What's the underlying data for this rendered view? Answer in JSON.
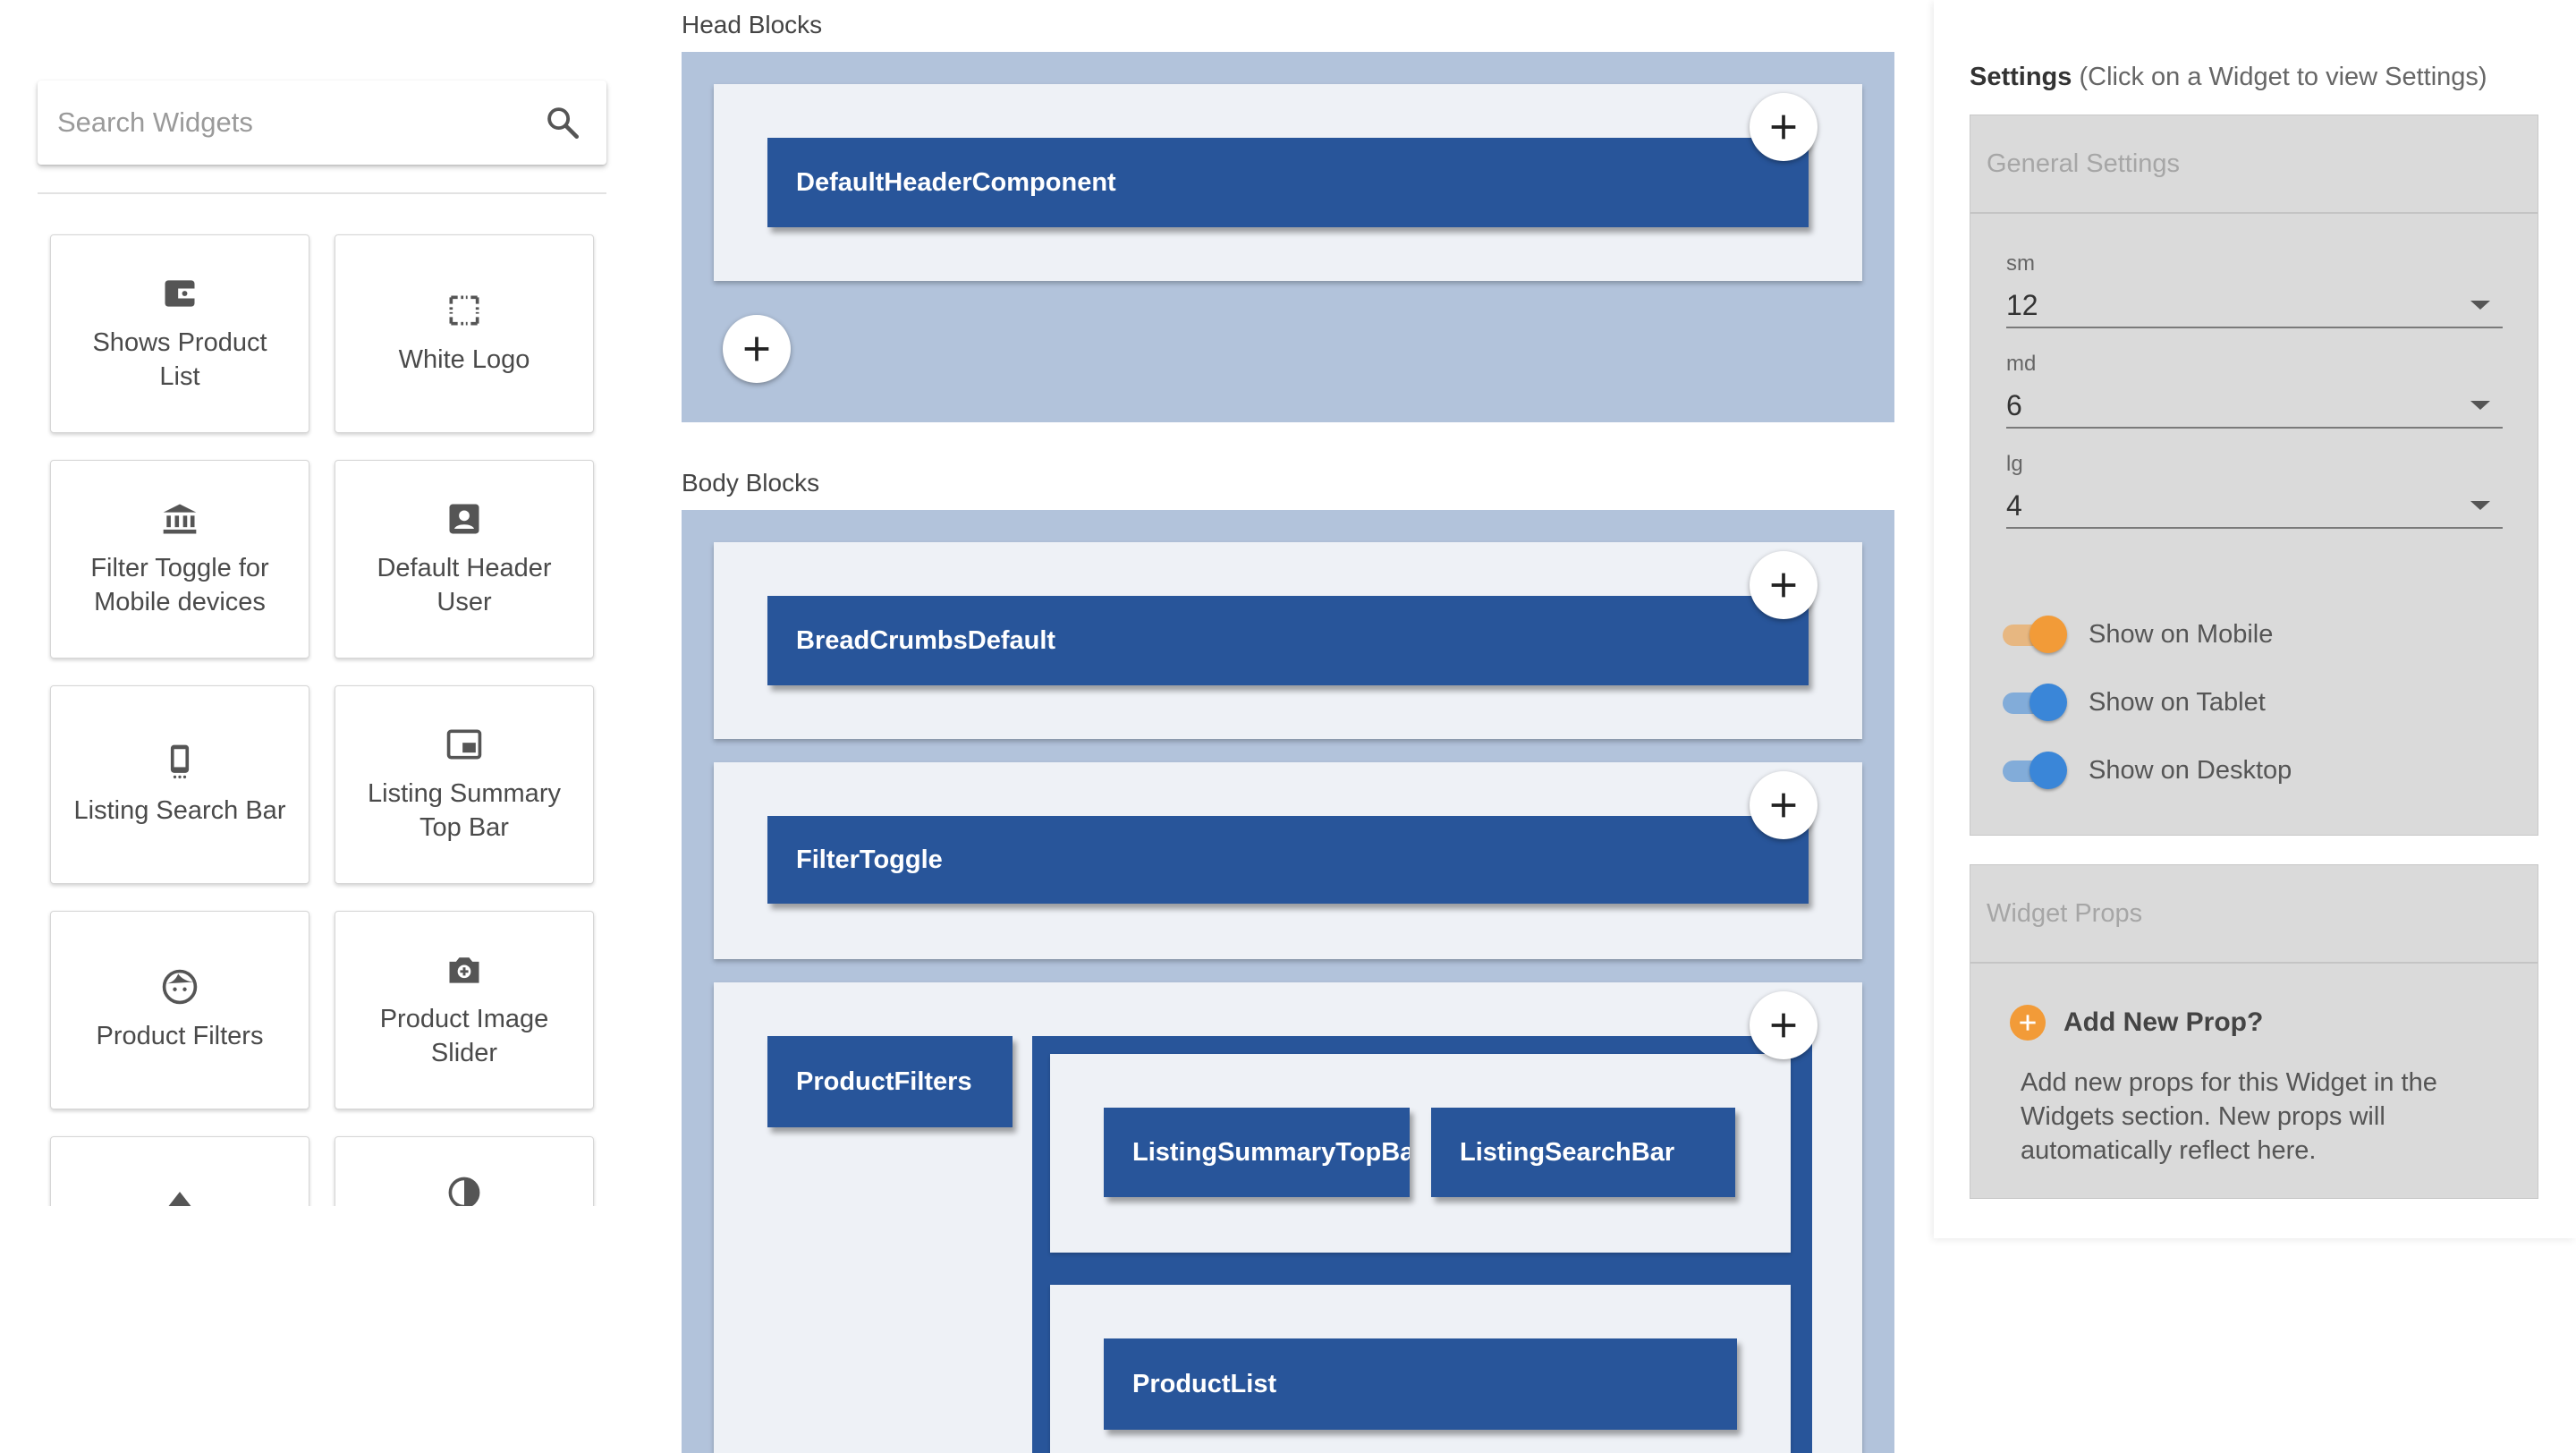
{
  "search": {
    "placeholder": "Search Widgets",
    "icon": "search-icon"
  },
  "widgets": [
    {
      "label": "Shows Product List",
      "icon": "wallet-icon"
    },
    {
      "label": "White Logo",
      "icon": "crop-free-icon"
    },
    {
      "label": "Filter Toggle for Mobile devices",
      "icon": "bank-icon"
    },
    {
      "label": "Default Header User",
      "icon": "account-box-icon"
    },
    {
      "label": "Listing Search Bar",
      "icon": "smartphone-icon"
    },
    {
      "label": "Listing Summary Top Bar",
      "icon": "picture-in-picture-icon"
    },
    {
      "label": "Product Filters",
      "icon": "face-icon"
    },
    {
      "label": "Product Image Slider",
      "icon": "camera-icon"
    },
    {
      "label": "",
      "icon": "eject-icon"
    },
    {
      "label": "",
      "icon": "contrast-icon"
    }
  ],
  "canvas": {
    "head_title": "Head Blocks",
    "body_title": "Body Blocks",
    "head_widgets": [
      "DefaultHeaderComponent"
    ],
    "body_widgets": {
      "breadcrumbs": "BreadCrumbsDefault",
      "filter_toggle": "FilterToggle",
      "product_filters": "ProductFilters",
      "listing_summary": "ListingSummaryTopBar",
      "listing_search": "ListingSearchBar",
      "product_list": "ProductList"
    }
  },
  "settings": {
    "title": "Settings",
    "hint": "(Click on a Widget to view Settings)",
    "general_title": "General Settings",
    "fields": [
      {
        "label": "sm",
        "value": "12"
      },
      {
        "label": "md",
        "value": "6"
      },
      {
        "label": "lg",
        "value": "4"
      }
    ],
    "toggles": [
      {
        "label": "Show on Mobile",
        "color": "#f29b38"
      },
      {
        "label": "Show on Tablet",
        "color": "#3a86d8"
      },
      {
        "label": "Show on Desktop",
        "color": "#3a86d8"
      }
    ],
    "props_title": "Widget Props",
    "add_prop_label": "Add New Prop?",
    "add_prop_color": "#f29b38",
    "props_description": "Add new props for this Widget in the Widgets section. New props will automatically reflect here."
  },
  "colors": {
    "chip": "#28559a",
    "block_area": "#b2c3db",
    "row_bg": "#eef1f6",
    "panel_gray": "#dadada"
  }
}
